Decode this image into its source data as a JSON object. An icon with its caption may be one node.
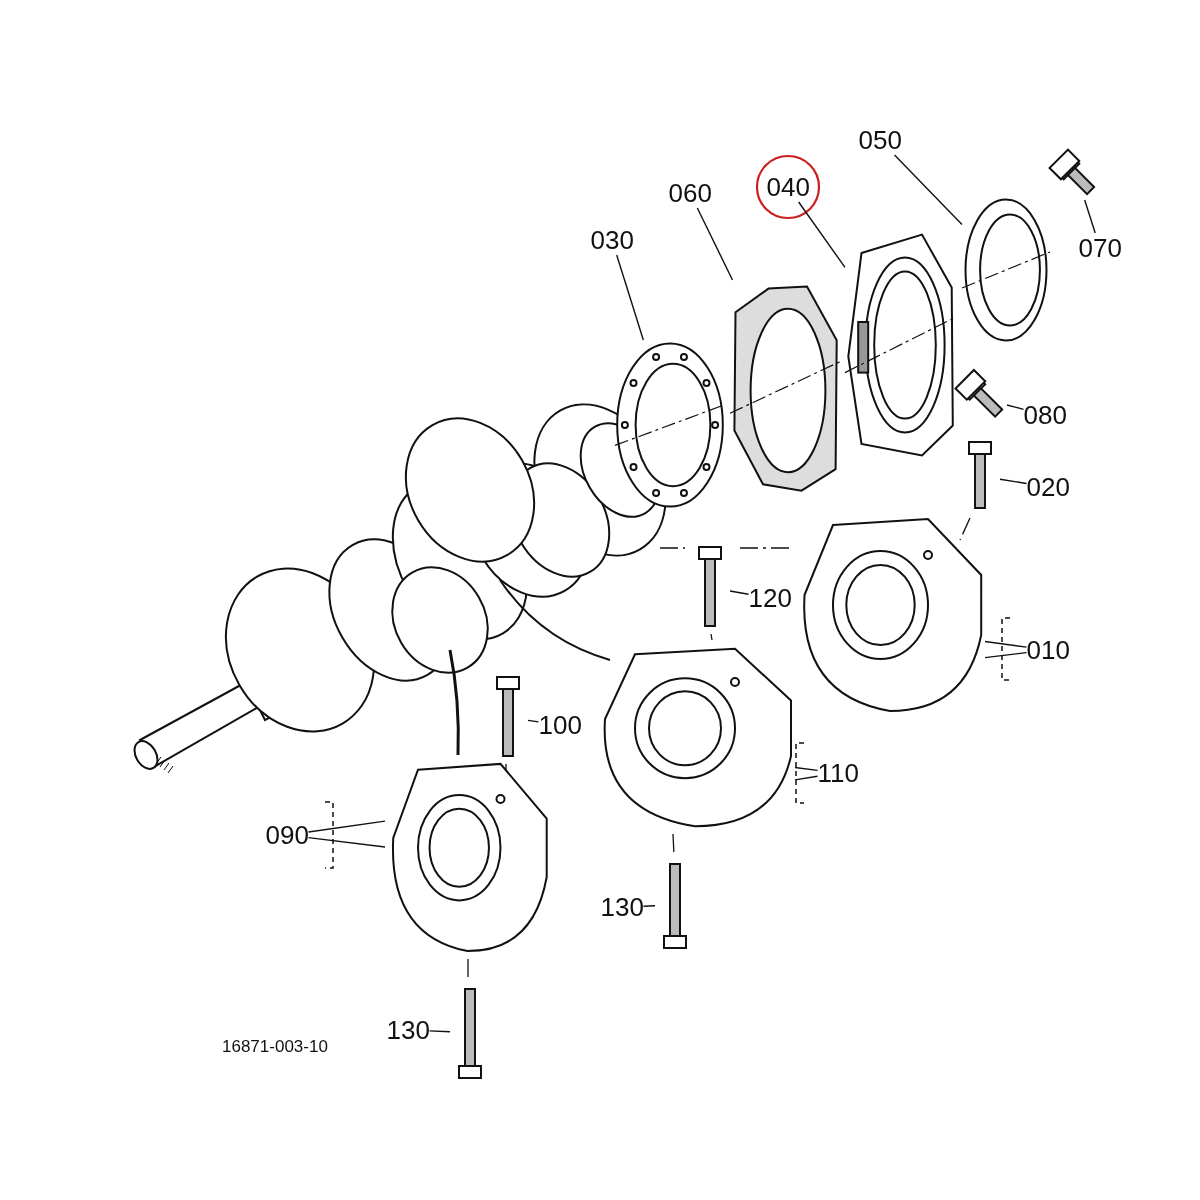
{
  "diagram": {
    "nodes": [
      {
        "text": [
          "050"
        ]
      },
      {
        "text": [
          "040"
        ]
      },
      {
        "text": [
          "060"
        ]
      },
      {
        "text": [
          "030"
        ]
      },
      {
        "text": [
          "070"
        ]
      },
      {
        "text": [
          "080"
        ]
      },
      {
        "text": [
          "020"
        ]
      },
      {
        "text": [
          "120"
        ]
      },
      {
        "text": [
          "010"
        ]
      },
      {
        "text": [
          "100"
        ]
      },
      {
        "text": [
          "110"
        ]
      },
      {
        "text": [
          "090"
        ]
      },
      {
        "text": [
          "130"
        ]
      },
      {
        "text": [
          "130"
        ]
      },
      {
        "text": [],
        "shape": "picture"
      },
      {
        "text": [],
        "shape": "picture"
      },
      {
        "text": [],
        "shape": "picture"
      },
      {
        "text": [],
        "shape": "picture"
      },
      {
        "text": [],
        "shape": "picture"
      },
      {
        "text": [],
        "shape": "picture"
      },
      {
        "text": [],
        "shape": "picture"
      },
      {
        "text": [],
        "shape": "picture"
      },
      {
        "text": [],
        "shape": "picture"
      },
      {
        "text": [],
        "shape": "picture"
      },
      {
        "text": [],
        "shape": "picture"
      },
      {
        "text": [],
        "shape": "picture"
      },
      {
        "text": [],
        "shape": "picture"
      },
      {
        "text": [],
        "shape": "picture"
      }
    ],
    "edges": [
      {
        "from": 0,
        "to": 14,
        "arrow": "none"
      },
      {
        "from": 1,
        "to": 15,
        "arrow": "none"
      },
      {
        "from": 2,
        "to": 16,
        "arrow": "none"
      },
      {
        "from": 3,
        "to": 17,
        "arrow": "none"
      },
      {
        "from": 4,
        "to": 18,
        "arrow": "none"
      },
      {
        "from": 5,
        "to": 19,
        "arrow": "none"
      },
      {
        "from": 6,
        "to": 20,
        "arrow": "none"
      },
      {
        "from": 7,
        "to": 21,
        "arrow": "none"
      },
      {
        "from": 8,
        "to": 22,
        "arrow": "none"
      },
      {
        "from": 8,
        "to": 22,
        "arrow": "none"
      },
      {
        "from": 9,
        "to": 23,
        "arrow": "none"
      },
      {
        "from": 10,
        "to": 24,
        "arrow": "none"
      },
      {
        "from": 10,
        "to": 24,
        "arrow": "none"
      },
      {
        "from": 11,
        "to": 25,
        "arrow": "none"
      },
      {
        "from": 11,
        "to": 25,
        "arrow": "none"
      },
      {
        "from": 12,
        "to": 26,
        "arrow": "none"
      },
      {
        "from": 13,
        "to": 27,
        "arrow": "none"
      }
    ],
    "labels": [
      "16871-003-10"
    ]
  }
}
